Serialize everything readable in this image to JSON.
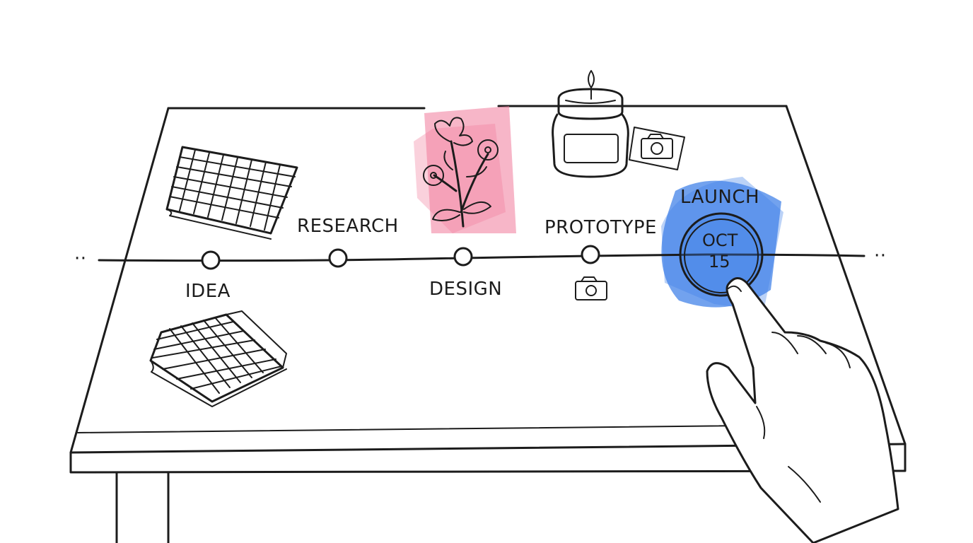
{
  "timeline": {
    "stages": [
      {
        "label": "IDEA"
      },
      {
        "label": "RESEARCH"
      },
      {
        "label": "DESIGN"
      },
      {
        "label": "PROTOTYPE"
      },
      {
        "label": "LAUNCH",
        "date_line1": "OCT",
        "date_line2": "15"
      }
    ],
    "lead_marker": "··",
    "trail_marker": "··"
  },
  "colors": {
    "ink": "#1c1c1c",
    "pink_wash": "#f07a9a",
    "blue_wash": "#3b7ee8",
    "paper": "#ffffff"
  },
  "icons": [
    "fabric-swatch-icon",
    "flower-sketch-icon",
    "candle-jar-icon",
    "camera-icon",
    "pointing-hand-icon"
  ]
}
